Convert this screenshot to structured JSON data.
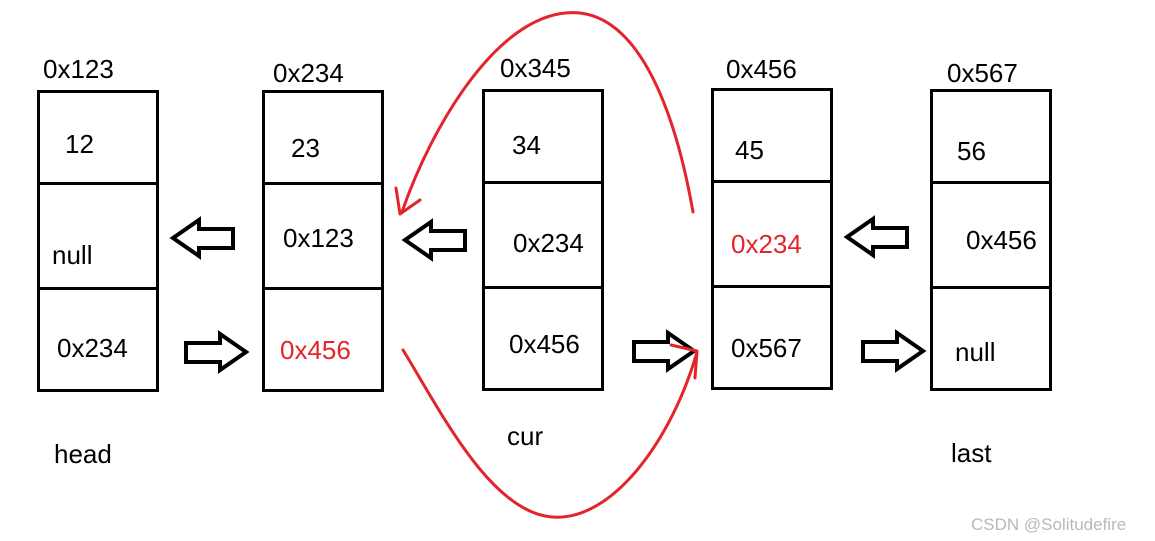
{
  "nodes": [
    {
      "address": "0x123",
      "data": "12",
      "prev": "null",
      "next": "0x234"
    },
    {
      "address": "0x234",
      "data": "23",
      "prev": "0x123",
      "next": "0x456"
    },
    {
      "address": "0x345",
      "data": "34",
      "prev": "0x234",
      "next": "0x456"
    },
    {
      "address": "0x456",
      "data": "45",
      "prev": "0x234",
      "next": "0x567"
    },
    {
      "address": "0x567",
      "data": "56",
      "prev": "0x456",
      "next": "null"
    }
  ],
  "labels": {
    "head": "head",
    "cur": "cur",
    "last": "last"
  },
  "watermark": "CSDN @Solitudefire",
  "colors": {
    "ink": "#000000",
    "highlight": "#e3242b"
  }
}
